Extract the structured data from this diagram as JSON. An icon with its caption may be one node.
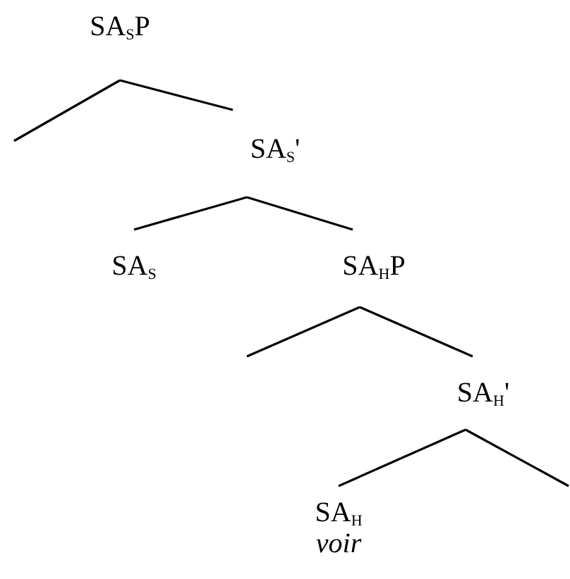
{
  "diagram": {
    "nodes": [
      {
        "text": [
          "SA$_{S}$P"
        ]
      },
      {
        "text": [
          "SA$_{S}$'"
        ]
      },
      {
        "text": [
          "SA$_{S}$"
        ]
      },
      {
        "text": [
          "SA$_{H}$P"
        ]
      },
      {
        "text": [
          "SA$_{H}$'"
        ]
      },
      {
        "text": [
          "SA$_{H}$",
          "voir"
        ]
      }
    ],
    "edges": [
      {
        "from": 0,
        "to": null,
        "arrow": "none"
      },
      {
        "from": 0,
        "to": 1,
        "arrow": "none"
      },
      {
        "from": 1,
        "to": 2,
        "arrow": "none"
      },
      {
        "from": 1,
        "to": 3,
        "arrow": "none"
      },
      {
        "from": 3,
        "to": null,
        "arrow": "none"
      },
      {
        "from": 3,
        "to": 4,
        "arrow": "none"
      },
      {
        "from": 4,
        "to": 5,
        "arrow": "none"
      },
      {
        "from": 4,
        "to": null,
        "arrow": "none"
      }
    ]
  }
}
